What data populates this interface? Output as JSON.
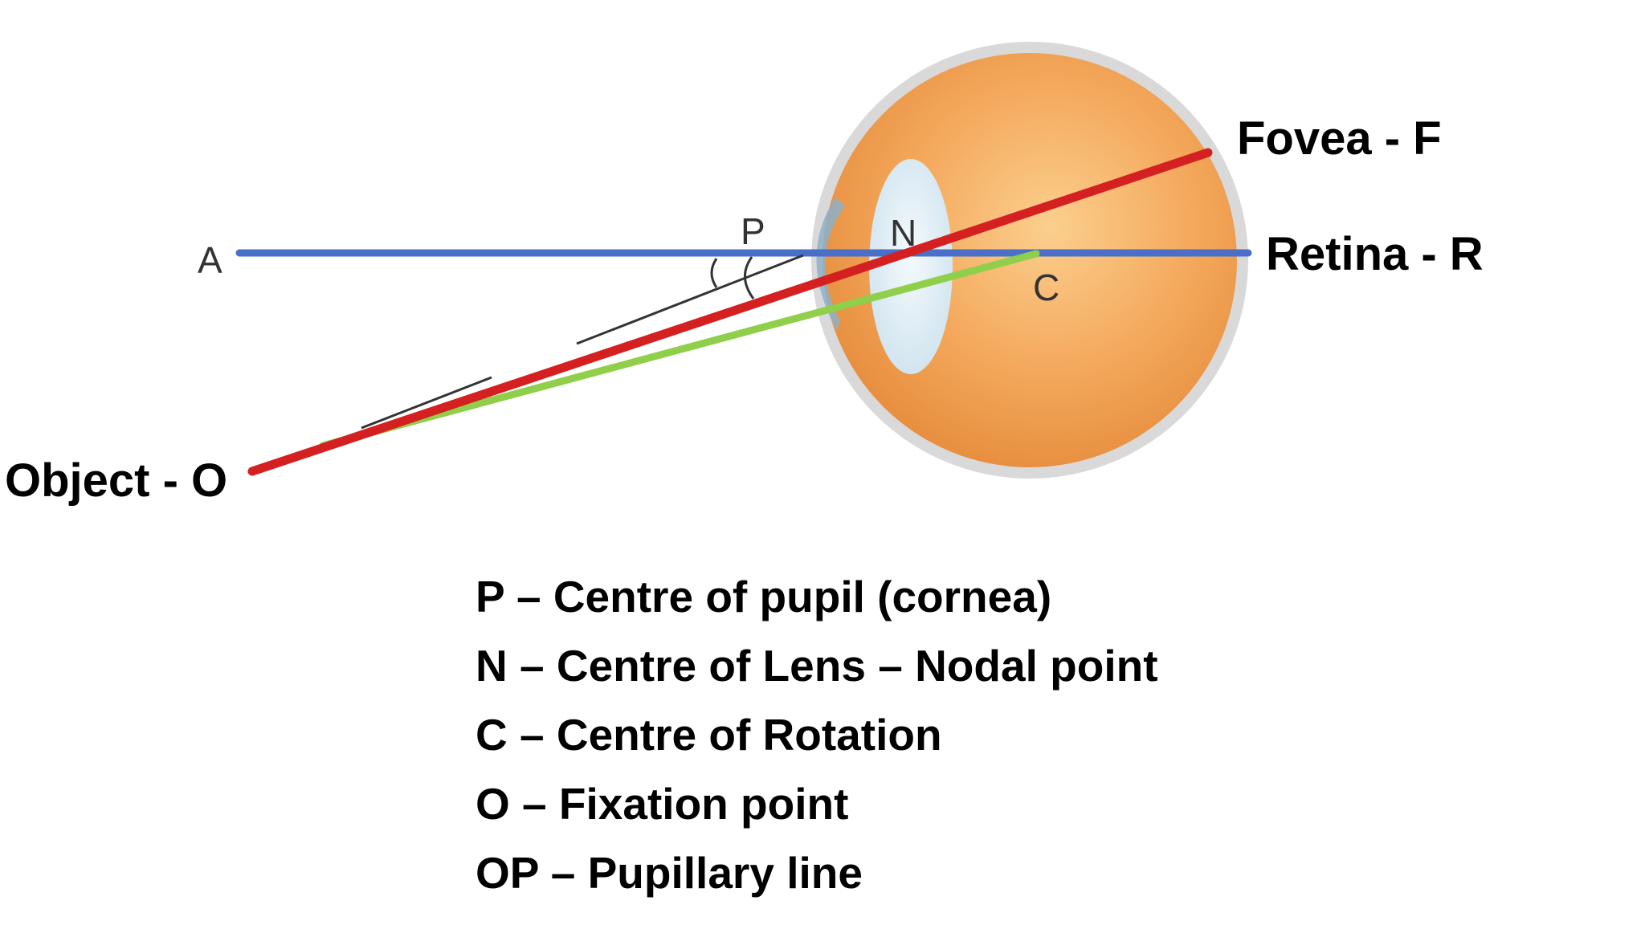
{
  "points": {
    "A": "A",
    "P": "P",
    "N": "N",
    "C": "C"
  },
  "labels": {
    "fovea": "Fovea - F",
    "retina": "Retina - R",
    "object": "Object - O"
  },
  "legend": [
    "P – Centre of pupil (cornea)",
    "N – Centre of Lens – Nodal point",
    "C – Centre of Rotation",
    "O – Fixation point",
    "OP – Pupillary line"
  ],
  "colors": {
    "axis_line": "#4a6fc9",
    "visual_line": "#d42020",
    "fixation_line": "#8fcf4a",
    "eyeball": "#f0a055",
    "sclera": "#d6d6d6",
    "lens": "#dcecf5"
  }
}
